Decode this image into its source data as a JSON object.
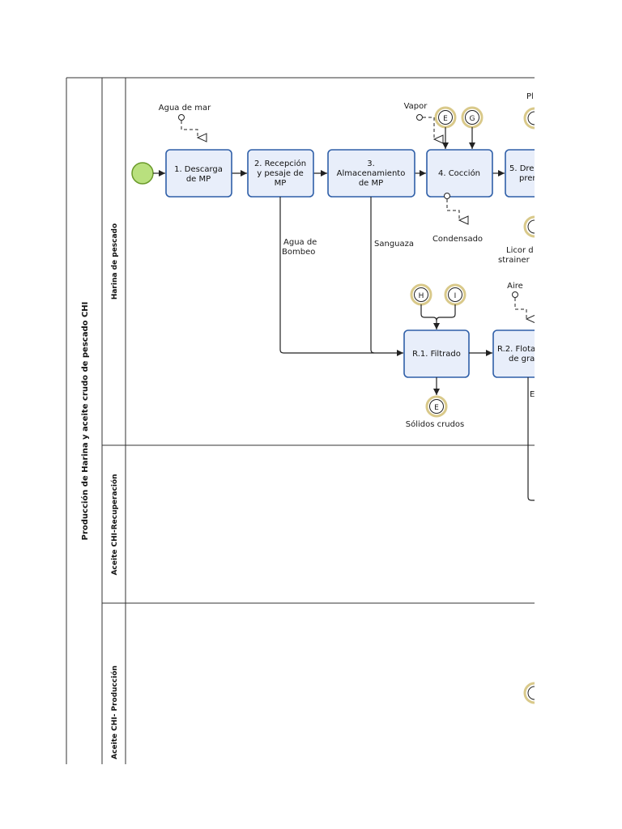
{
  "pool": {
    "title": "Producción de Harina y aceite crudo de pescado CHI"
  },
  "lanes": [
    {
      "title": "Harina de pescado"
    },
    {
      "title": "Aceite CHI-Recuperación"
    },
    {
      "title": "Aceite CHI- Producción"
    }
  ],
  "tasks": {
    "t1": [
      "1. Descarga",
      "de MP"
    ],
    "t2": [
      "2. Recepción",
      "y pesaje de",
      "MP"
    ],
    "t3": [
      "3.",
      "Almacenamiento",
      "de MP"
    ],
    "t4": [
      "4. Cocción"
    ],
    "t5": [
      "5. Dre",
      "pren"
    ],
    "r1": [
      "R.1. Filtrado"
    ],
    "r2": [
      "R.2. Flota",
      "de gra"
    ]
  },
  "data_inputs": {
    "agua_de_mar": "Agua de mar",
    "vapor": "Vapor",
    "condensado": "Condensado",
    "aire": "Aire",
    "pl": "Pl"
  },
  "flow_labels": {
    "agua_bombeo_1": "Agua de",
    "agua_bombeo_2": "Bombeo",
    "sanguaza": "Sanguaza",
    "solidos": "Sólidos crudos",
    "licor_1": "Licor d",
    "licor_2": "strainer",
    "cut_e": "E"
  },
  "link_events": {
    "e_top": "E",
    "g_top": "G",
    "h": "H",
    "i": "I",
    "e_bottom": "E"
  },
  "colors": {
    "start_event": "#b9e07e",
    "task_fill": "#e8eefa",
    "task_stroke": "#2f5fa8",
    "link_ring": "#d9c98a"
  }
}
